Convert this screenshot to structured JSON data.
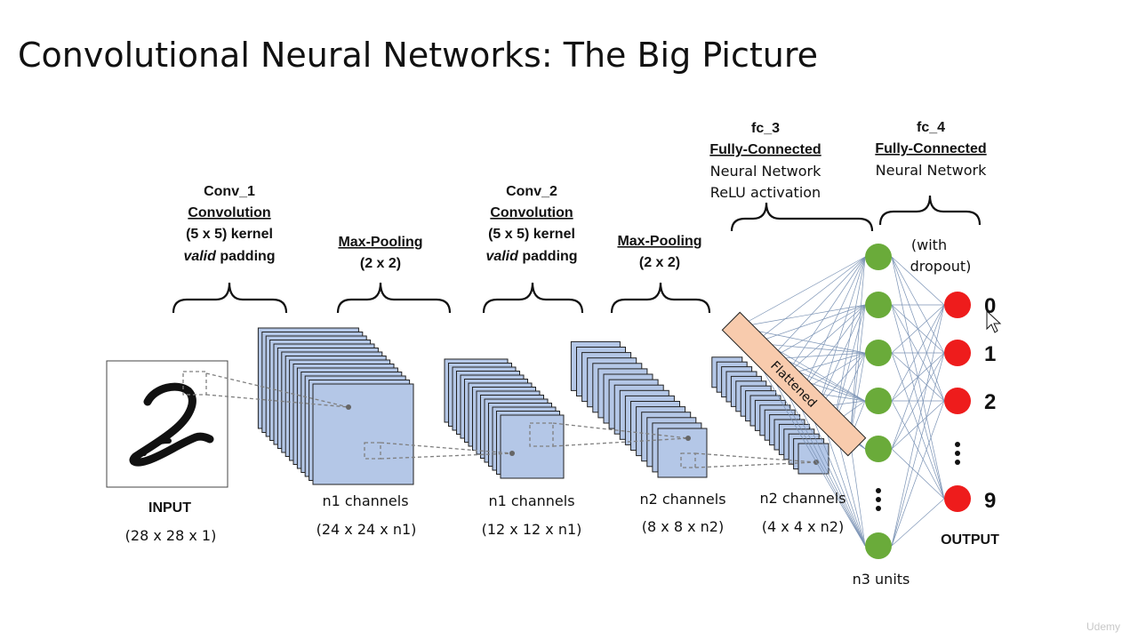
{
  "slide": {
    "title": "Convolutional Neural Networks: The Big Picture",
    "watermark": "Udemy"
  },
  "colors": {
    "feature_map_fill": "#b4c7e7",
    "flattened_fill": "#f8cbad",
    "hidden_node": "#6aab3a",
    "output_node": "#ee1c1c",
    "connection_line": "#7b93b5"
  },
  "layers": {
    "conv1": {
      "name": "Conv_1",
      "type": "Convolution",
      "kernel": "(5 x 5) kernel",
      "padding_word": "valid",
      "padding_rest": " padding"
    },
    "pool1": {
      "type": "Max-Pooling",
      "size": "(2 x 2)"
    },
    "conv2": {
      "name": "Conv_2",
      "type": "Convolution",
      "kernel": "(5 x 5) kernel",
      "padding_word": "valid",
      "padding_rest": " padding"
    },
    "pool2": {
      "type": "Max-Pooling",
      "size": "(2 x 2)"
    },
    "fc3": {
      "name": "fc_3",
      "type": "Fully-Connected",
      "line1": "Neural Network",
      "line2": "ReLU activation"
    },
    "fc4": {
      "name": "fc_4",
      "type": "Fully-Connected",
      "line1": "Neural Network",
      "note1": "(with",
      "note2": "dropout)"
    }
  },
  "flattened_label": "Flattened",
  "bottom_labels": {
    "input": {
      "name": "INPUT",
      "shape": "(28 x 28 x 1)"
    },
    "map1": {
      "name": "n1 channels",
      "shape": "(24 x 24 x n1)"
    },
    "map2": {
      "name": "n1 channels",
      "shape": "(12 x 12 x n1)"
    },
    "map3": {
      "name": "n2 channels",
      "shape": "(8 x 8 x n2)"
    },
    "map4": {
      "name": "n2 channels",
      "shape": "(4 x 4 x n2)"
    },
    "hidden": "n3 units",
    "output": "OUTPUT"
  },
  "output_classes": [
    "0",
    "1",
    "2",
    "9"
  ]
}
